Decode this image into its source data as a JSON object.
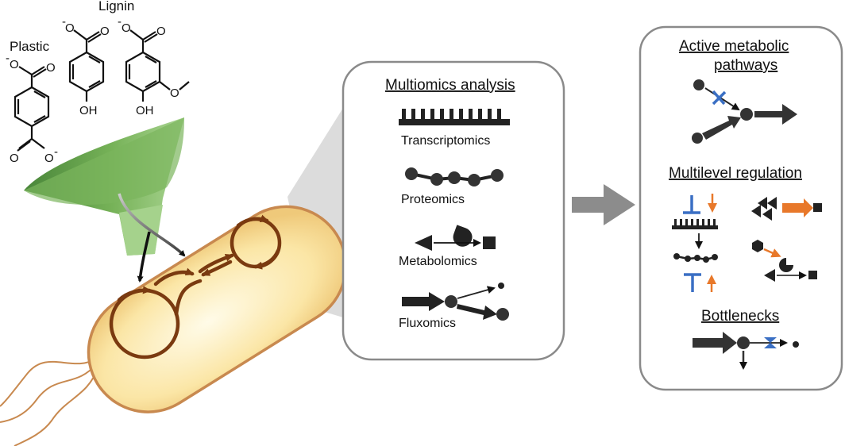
{
  "inputs": {
    "lignin_label": "Lignin",
    "plastic_label": "Plastic",
    "oh": "OH",
    "o_minus": "O",
    "minus_sign": "-",
    "oxygen": "O",
    "methoxy": "O"
  },
  "multiomics": {
    "title": "Multiomics analysis",
    "items": [
      "Transcriptomics",
      "Proteomics",
      "Metabolomics",
      "Fluxomics"
    ]
  },
  "outcomes": {
    "title_line1": "Active metabolic",
    "title_line2": "pathways",
    "regulation_title": "Multilevel regulation",
    "bottlenecks_title": "Bottlenecks"
  },
  "colors": {
    "funnel_dark": "#3f7f2f",
    "funnel_light": "#a5d28c",
    "cell_fill": "#fbe6a6",
    "cell_edge": "#c8894f",
    "pathway": "#7a3a10",
    "panel_edge": "#8a8a8a",
    "blue": "#3a6fc4",
    "orange": "#e8782a",
    "dark": "#3a3a3a",
    "arrow_grey": "#8c8c8c"
  }
}
